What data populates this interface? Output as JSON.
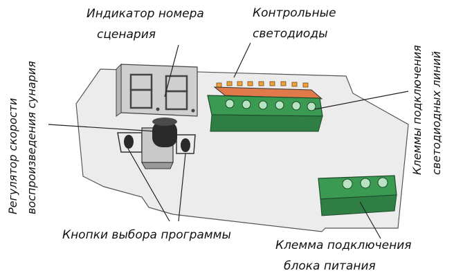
{
  "labels": {
    "indicator": [
      "Индикатор номера",
      "сценария"
    ],
    "leds": [
      "Контрольные",
      "светодиоды"
    ],
    "led_terminals": [
      "Клеммы подключения",
      "светодиодных линий"
    ],
    "speed": [
      "Регулятор скорости",
      "воспроизведения сунария"
    ],
    "buttons": "Кнопки выбора программы",
    "power": [
      "Клемма подключения",
      "блока питания"
    ]
  },
  "colors": {
    "board": "#ececec",
    "terminal": "#3a9a52",
    "led": "#f0a23a",
    "display": "#c8c8c8"
  },
  "icons": {
    "display": "seven-segment-display-icon",
    "knob": "rotary-knob-icon",
    "button": "push-button-icon",
    "terminal": "screw-terminal-icon"
  }
}
